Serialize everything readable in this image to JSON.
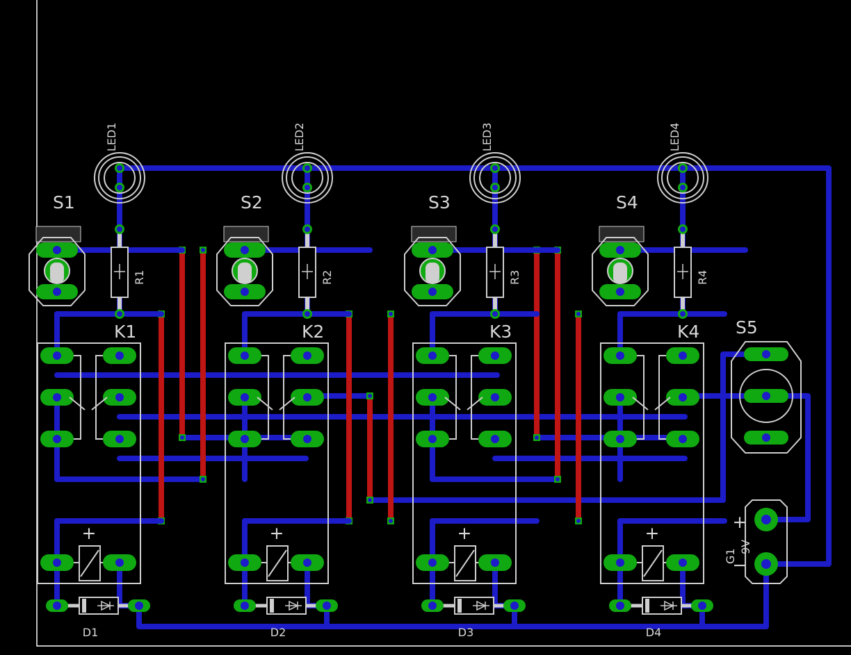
{
  "board": {
    "background": "#000000",
    "outline_color": "#ffffff",
    "colors": {
      "bottom_trace": "#1c1cc8",
      "top_trace": "#c01515",
      "pad": "#11a911",
      "drill": "#1c1cc8",
      "silkscreen": "#cfcfcf"
    }
  },
  "leds": [
    {
      "name": "LED1"
    },
    {
      "name": "LED2"
    },
    {
      "name": "LED3"
    },
    {
      "name": "LED4"
    }
  ],
  "switches": [
    {
      "name": "S1"
    },
    {
      "name": "S2"
    },
    {
      "name": "S3"
    },
    {
      "name": "S4"
    }
  ],
  "resistors": [
    {
      "name": "R1"
    },
    {
      "name": "R2"
    },
    {
      "name": "R3"
    },
    {
      "name": "R4"
    }
  ],
  "relays": [
    {
      "name": "K1",
      "coil_polarity": "+"
    },
    {
      "name": "K2",
      "coil_polarity": "+"
    },
    {
      "name": "K3",
      "coil_polarity": "+"
    },
    {
      "name": "K4",
      "coil_polarity": "+"
    }
  ],
  "diodes": [
    {
      "name": "D1"
    },
    {
      "name": "D2"
    },
    {
      "name": "D3"
    },
    {
      "name": "D4"
    }
  ],
  "main_switch": {
    "name": "S5"
  },
  "battery": {
    "name": "G1",
    "voltage": "9V",
    "plus": "+",
    "minus": "−"
  }
}
